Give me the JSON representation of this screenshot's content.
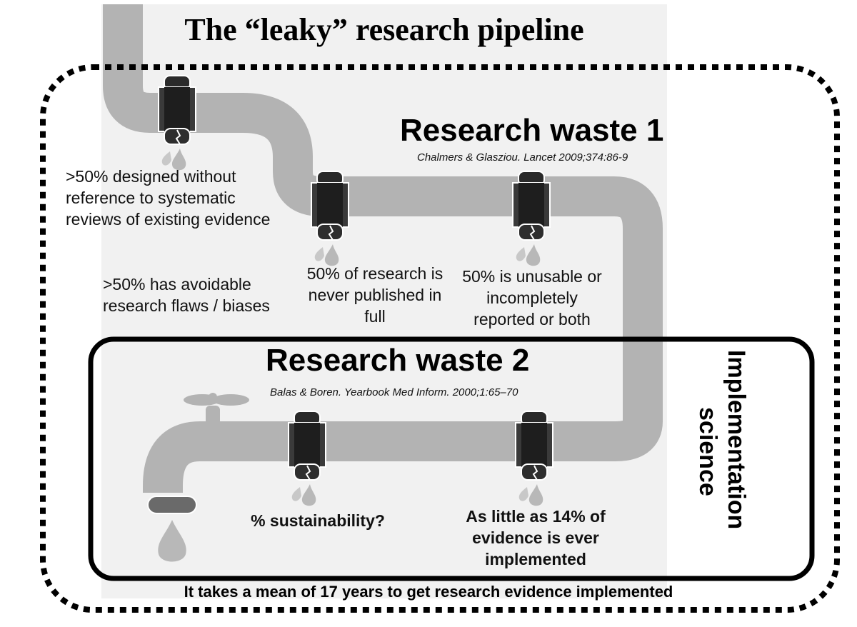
{
  "title": "The “leaky” research pipeline",
  "colors": {
    "pipe": "#b3b3b3",
    "valve": "#1e1e1e",
    "valve_lower": "#3a3a3a",
    "drop": "#b8b8b8",
    "panel": "#f1f1f1",
    "border": "#000000"
  },
  "waste1": {
    "heading": "Research waste 1",
    "citation": "Chalmers  & Glasziou. Lancet 2009;374:86-9",
    "leaks": [
      {
        "icon": "leaking-valve-icon",
        "text": ">50% designed without reference to systematic reviews of existing evidence"
      },
      {
        "icon": "none",
        "text": ">50% has avoidable research flaws / biases"
      },
      {
        "icon": "leaking-valve-icon",
        "text": "50% of research is never published in full"
      },
      {
        "icon": "leaking-valve-icon",
        "text": "50% is unusable or incompletely reported or both"
      }
    ]
  },
  "waste2": {
    "heading": "Research waste 2",
    "citation": "Balas & Boren. Yearbook Med Inform. 2000;1:65–70",
    "leaks": [
      {
        "icon": "leaking-valve-icon",
        "text": "% sustainability?"
      },
      {
        "icon": "leaking-valve-icon",
        "text": "As little as 14% of evidence is ever implemented"
      }
    ]
  },
  "side_label": {
    "line1": "Implementation",
    "line2": "science"
  },
  "footer": "It takes a mean of 17 years to get research evidence implemented",
  "icons": {
    "faucet": "faucet-icon",
    "drop": "water-drop-icon"
  }
}
